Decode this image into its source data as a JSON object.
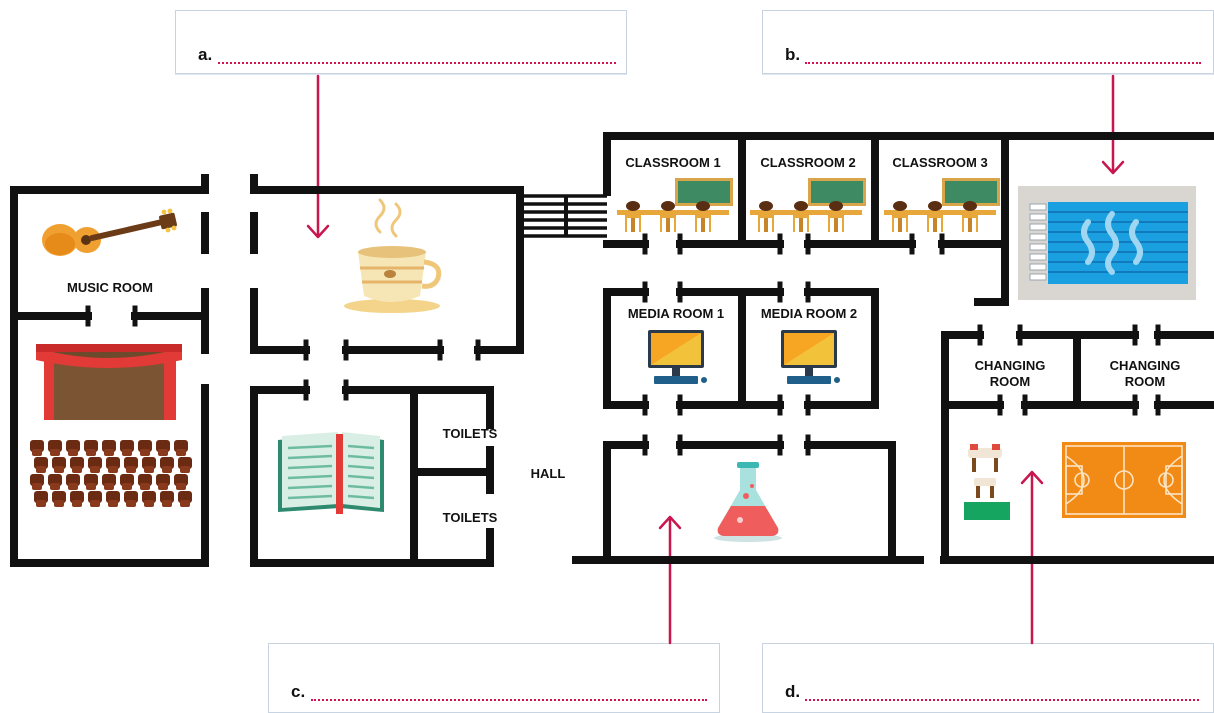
{
  "answer_boxes": [
    {
      "letter": "a.",
      "value": ""
    },
    {
      "letter": "b.",
      "value": ""
    },
    {
      "letter": "c.",
      "value": ""
    },
    {
      "letter": "d.",
      "value": ""
    }
  ],
  "rooms": {
    "music_room": "MUSIC ROOM",
    "classroom_1": "CLASSROOM 1",
    "classroom_2": "CLASSROOM 2",
    "classroom_3": "CLASSROOM 3",
    "media_room_1": "MEDIA ROOM 1",
    "media_room_2": "MEDIA ROOM 2",
    "toilets_upper": "TOILETS",
    "toilets_lower": "TOILETS",
    "hall": "HALL",
    "changing_room_1": [
      "CHANGING",
      "ROOM"
    ],
    "changing_room_2": [
      "CHANGING",
      "ROOM"
    ]
  },
  "icons": [
    "guitar-icon",
    "stage-icon",
    "theatre-seats-icon",
    "coffee-cup-icon",
    "open-book-icon",
    "classroom-desks-icon",
    "computer-icon",
    "lab-flask-icon",
    "swimming-pool-icon",
    "gym-equipment-icon",
    "basketball-court-icon"
  ],
  "colors": {
    "wall": "#111111",
    "arrow": "#c8174f",
    "box_border": "#c9d4e2"
  }
}
